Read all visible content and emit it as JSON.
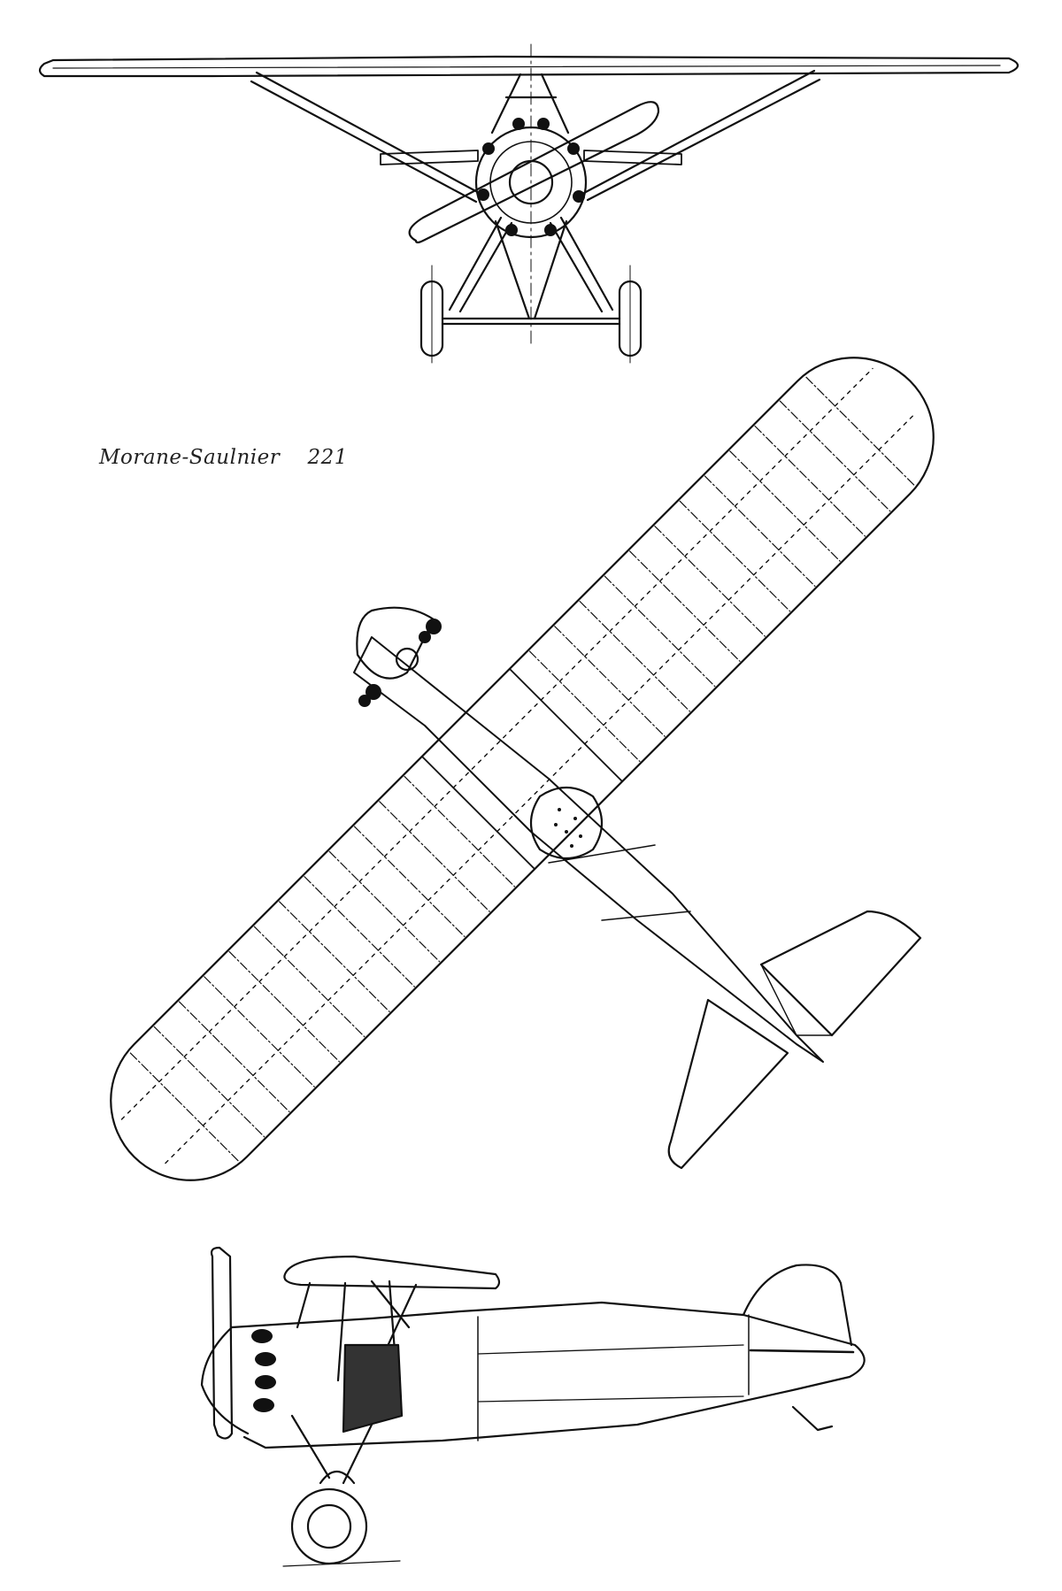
{
  "drawing": {
    "title": "Morane-Saulnier",
    "number": "221",
    "views": [
      "front-view",
      "plan-view",
      "side-view"
    ],
    "ink_color": "#111111",
    "paper_color": "#ffffff"
  }
}
